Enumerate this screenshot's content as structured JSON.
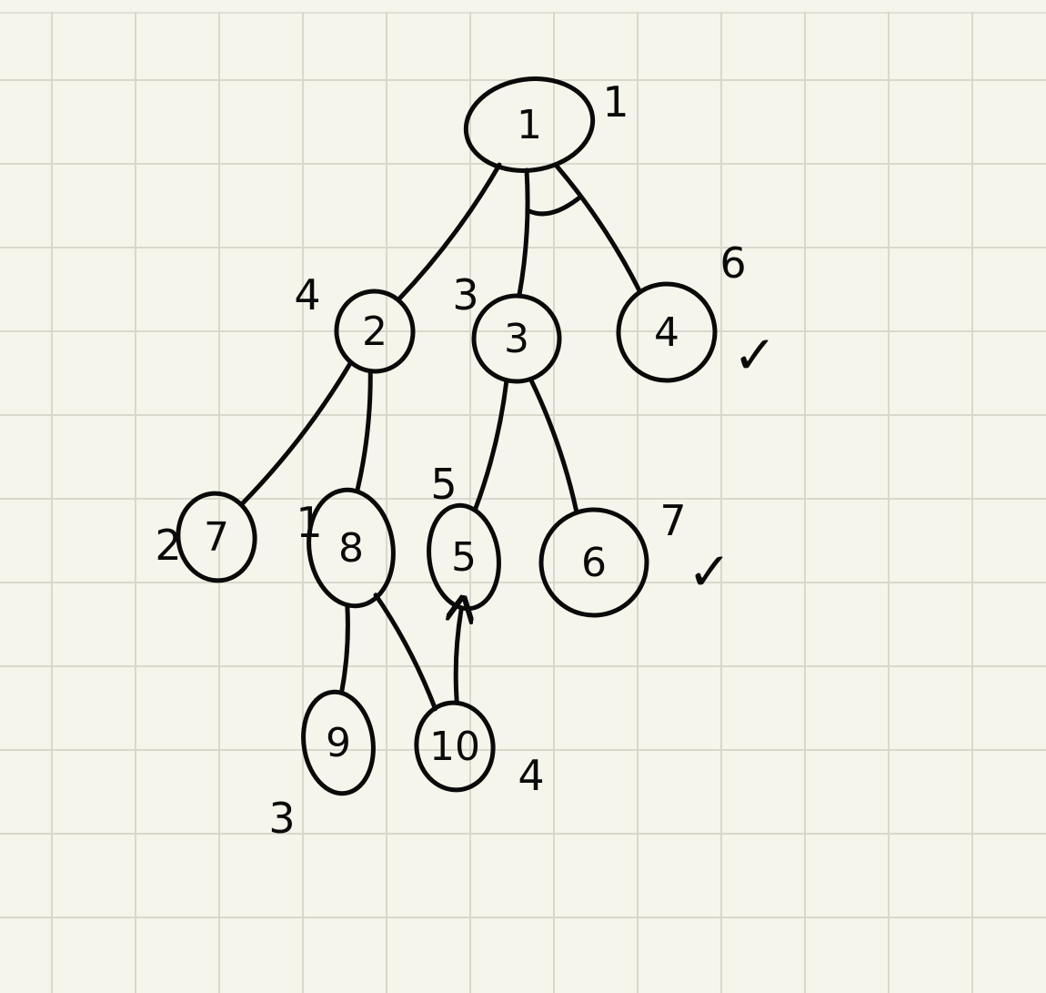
{
  "tree": {
    "nodes": [
      {
        "id": "1",
        "label": "1",
        "annotation": "1",
        "checked": false
      },
      {
        "id": "2",
        "label": "2",
        "annotation": "4",
        "checked": false
      },
      {
        "id": "3",
        "label": "3",
        "annotation": "3",
        "checked": false
      },
      {
        "id": "4",
        "label": "4",
        "annotation": "6",
        "checked": true
      },
      {
        "id": "5",
        "label": "5",
        "annotation": "5",
        "checked": false
      },
      {
        "id": "6",
        "label": "6",
        "annotation": "7",
        "checked": true
      },
      {
        "id": "7",
        "label": "7",
        "annotation": "2",
        "checked": false
      },
      {
        "id": "8",
        "label": "8",
        "annotation": "1",
        "checked": false
      },
      {
        "id": "9",
        "label": "9",
        "annotation": "3",
        "checked": false
      },
      {
        "id": "10",
        "label": "10",
        "annotation": "4",
        "checked": false
      }
    ],
    "edges": [
      {
        "from": "1",
        "to": "2"
      },
      {
        "from": "1",
        "to": "3"
      },
      {
        "from": "1",
        "to": "4"
      },
      {
        "from": "2",
        "to": "7"
      },
      {
        "from": "2",
        "to": "8"
      },
      {
        "from": "3",
        "to": "5"
      },
      {
        "from": "3",
        "to": "6"
      },
      {
        "from": "8",
        "to": "9"
      },
      {
        "from": "8",
        "to": "10"
      },
      {
        "from": "10",
        "to": "5",
        "arrow": true
      }
    ],
    "check_mark": "✓"
  },
  "colors": {
    "background": "#f5f5eb",
    "grid": "#d8d8cc",
    "ink": "#0a0a0a"
  }
}
